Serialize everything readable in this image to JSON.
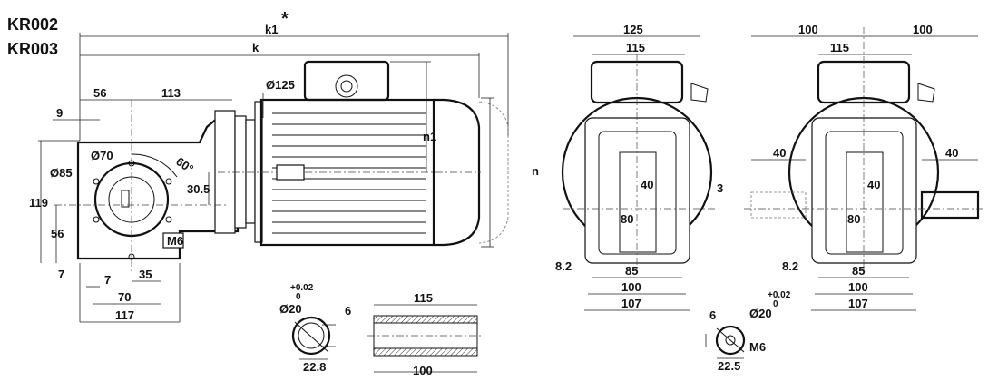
{
  "titles": [
    "KR002",
    "KR003"
  ],
  "side_view": {
    "k1": "k1",
    "k1_note": "*",
    "k": "k",
    "n": "n",
    "n1": "n1",
    "d125": "Ø125",
    "d70": "Ø70",
    "d85": "Ø85",
    "angle": "60°",
    "thread": "M6",
    "dims": {
      "w56": "56",
      "w113": "113",
      "w9": "9",
      "h119": "119",
      "h56": "56",
      "h7": "7",
      "h30_5": "30.5",
      "b7": "7",
      "b35": "35",
      "b70": "70",
      "b117": "117"
    }
  },
  "shaft_section": {
    "tol_upper": "+0.02",
    "tol_lower": "0",
    "dia": "Ø20",
    "key": "6",
    "height": "22.8"
  },
  "shaft_side": {
    "total": "115",
    "inner": "100"
  },
  "front_view": {
    "w125": "125",
    "w115": "115",
    "h40": "40",
    "h80": "80",
    "d3": "3",
    "h8_2": "8.2",
    "b85": "85",
    "b100": "100",
    "b107": "107"
  },
  "flange_view": {
    "w100a": "100",
    "w100b": "100",
    "w115": "115",
    "l40": "40",
    "r40": "40",
    "h40": "40",
    "h80": "80",
    "h8_2": "8.2",
    "b85": "85",
    "b100": "100",
    "b107": "107"
  },
  "shaft_section2": {
    "tol_upper": "+0.02",
    "tol_lower": "0",
    "dia": "Ø20",
    "key": "6",
    "height": "22.5",
    "thread": "M6"
  }
}
